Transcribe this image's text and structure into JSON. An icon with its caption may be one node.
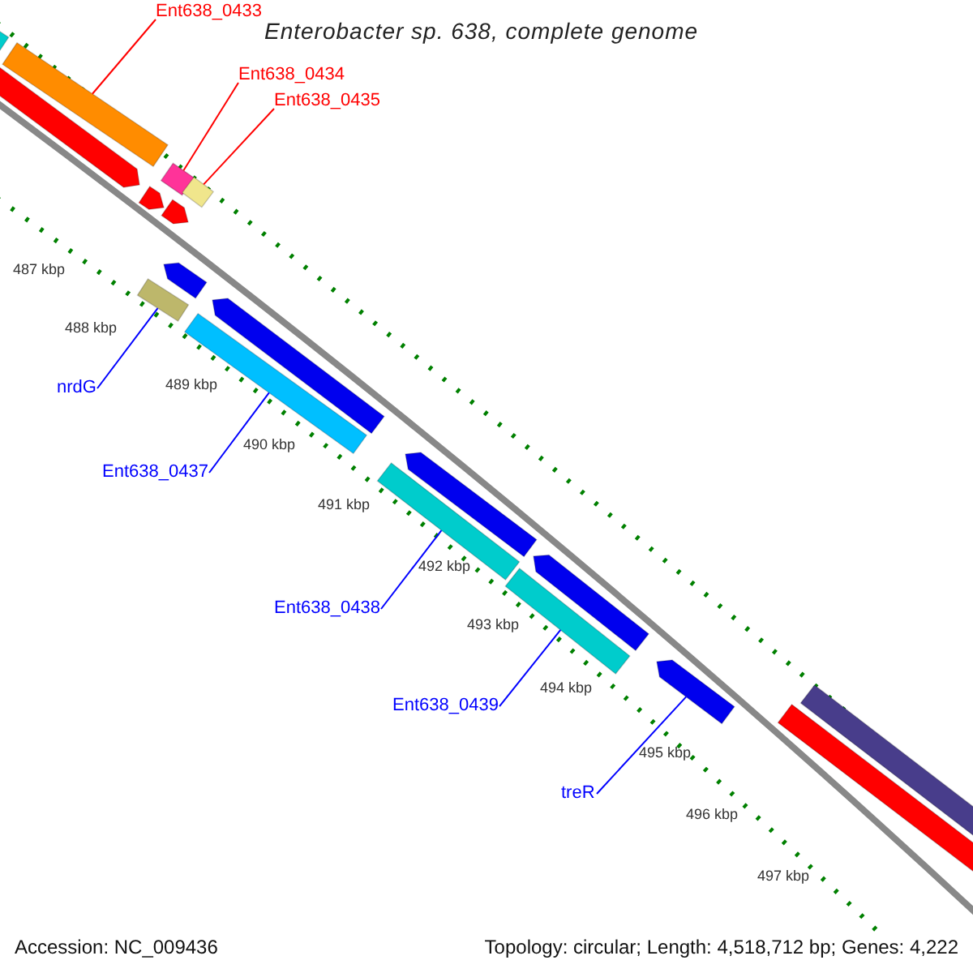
{
  "diagram": {
    "title": "Enterobacter sp. 638, complete genome",
    "nodes": [
      {
        "text": [
          "Ent638_0433"
        ]
      },
      {
        "text": [
          "Ent638_0434"
        ]
      },
      {
        "text": [
          "Ent638_0435"
        ]
      },
      {
        "text": [
          "nrdG"
        ]
      },
      {
        "text": [
          "Ent638_0437"
        ]
      },
      {
        "text": [
          "Ent638_0438"
        ]
      },
      {
        "text": [
          "Ent638_0439"
        ]
      },
      {
        "text": [
          "treR"
        ]
      },
      {
        "text": [],
        "shape": "bar"
      },
      {
        "text": [],
        "shape": "bar"
      },
      {
        "text": [],
        "shape": "bar"
      },
      {
        "text": [],
        "shape": "bar"
      },
      {
        "text": [],
        "shape": "bar"
      },
      {
        "text": [],
        "shape": "bar"
      },
      {
        "text": [],
        "shape": "bar"
      },
      {
        "text": [],
        "shape": "bar"
      },
      {
        "text": [],
        "shape": "bar"
      },
      {
        "text": [],
        "shape": "bar"
      },
      {
        "text": [],
        "shape": "bar"
      },
      {
        "text": [],
        "shape": "bar"
      },
      {
        "text": [],
        "shape": "bar"
      },
      {
        "text": [],
        "shape": "bar"
      },
      {
        "text": [],
        "shape": "bar"
      },
      {
        "text": [],
        "shape": "bar"
      },
      {
        "text": [],
        "shape": "bar"
      },
      {
        "text": [],
        "shape": "bar"
      }
    ],
    "edges": [
      {
        "from": 0,
        "to": 9,
        "arrow": "none",
        "color": "#ff0000"
      },
      {
        "from": 1,
        "to": 10,
        "arrow": "none",
        "color": "#ff0000"
      },
      {
        "from": 2,
        "to": 11,
        "arrow": "none",
        "color": "#ff0000"
      },
      {
        "from": 3,
        "to": 20,
        "arrow": "none"
      },
      {
        "from": 4,
        "to": 21,
        "arrow": "none"
      },
      {
        "from": 5,
        "to": 22,
        "arrow": "none"
      },
      {
        "from": 6,
        "to": 23,
        "arrow": "none"
      },
      {
        "from": 7,
        "to": 19,
        "arrow": "none"
      }
    ],
    "labels": [
      "487 kbp",
      "488 kbp",
      "489 kbp",
      "490 kbp",
      "491 kbp",
      "492 kbp",
      "493 kbp",
      "494 kbp",
      "495 kbp",
      "496 kbp",
      "497 kbp",
      "Accession: NC_009436",
      "Topology: circular; Length: 4,518,712 bp; Genes: 4,222"
    ]
  }
}
